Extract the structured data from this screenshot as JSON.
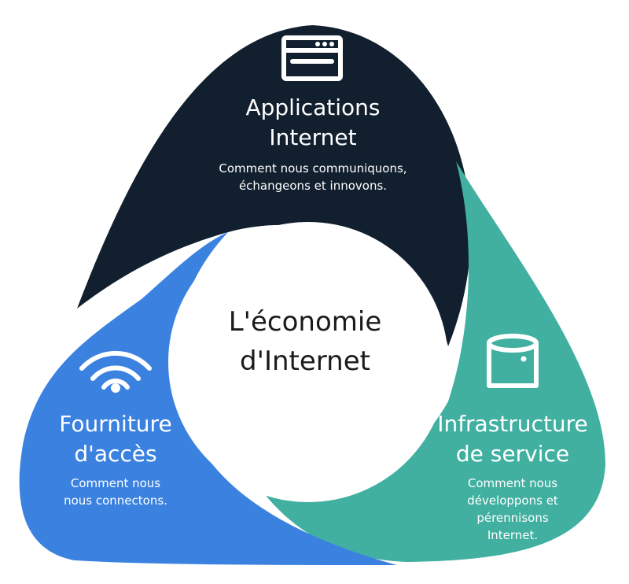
{
  "center": {
    "line1": "L'économie",
    "line2": "d'Internet"
  },
  "segments": [
    {
      "id": "applications",
      "icon": "browser-window-icon",
      "color": "#111f2e",
      "title_lines": [
        "Applications",
        "Internet"
      ],
      "desc_lines": [
        "Comment nous communiquons,",
        "échangeons et innovons."
      ]
    },
    {
      "id": "infrastructure",
      "icon": "database-icon",
      "color": "#41b0a0",
      "title_lines": [
        "Infrastructure",
        "de service"
      ],
      "desc_lines": [
        "Comment nous",
        "développons et",
        "pérennisons",
        "Internet."
      ]
    },
    {
      "id": "access",
      "icon": "wifi-icon",
      "color": "#3b82e0",
      "title_lines": [
        "Fourniture",
        "d'accès"
      ],
      "desc_lines": [
        "Comment nous",
        "nous connectons."
      ]
    }
  ]
}
